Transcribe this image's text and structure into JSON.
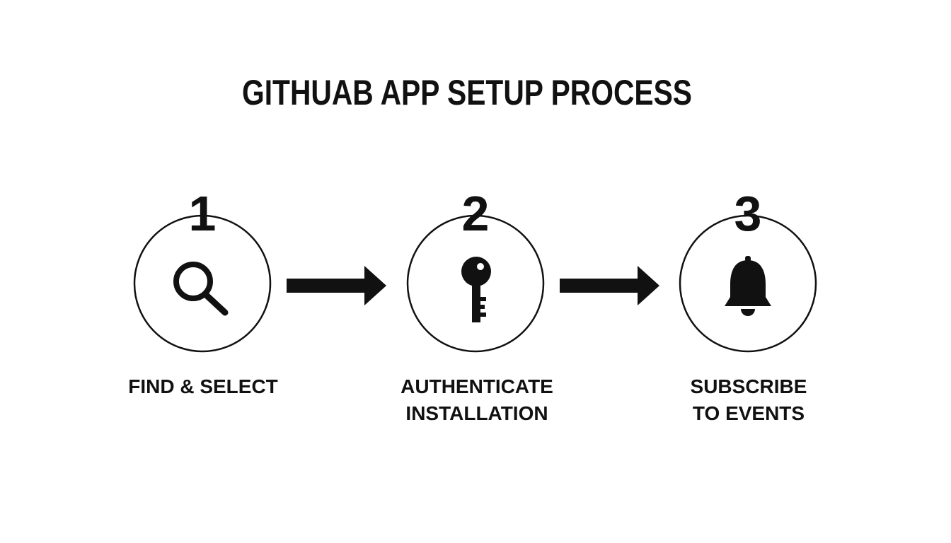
{
  "title": "GITHUAB APP SETUP PROCESS",
  "colors": {
    "background": "#ffffff",
    "ink": "#111111"
  },
  "steps": [
    {
      "number": "1",
      "icon": "search-icon",
      "label_lines": [
        "FIND & SELECT"
      ]
    },
    {
      "number": "2",
      "icon": "key-icon",
      "label_lines": [
        "AUTHENTICATE",
        "INSTALLATION"
      ]
    },
    {
      "number": "3",
      "icon": "bell-icon",
      "label_lines": [
        "SUBSCRIBE",
        "TO EVENTS"
      ]
    }
  ],
  "connectors": [
    {
      "from": "1",
      "to": "2"
    },
    {
      "from": "2",
      "to": "3"
    }
  ]
}
